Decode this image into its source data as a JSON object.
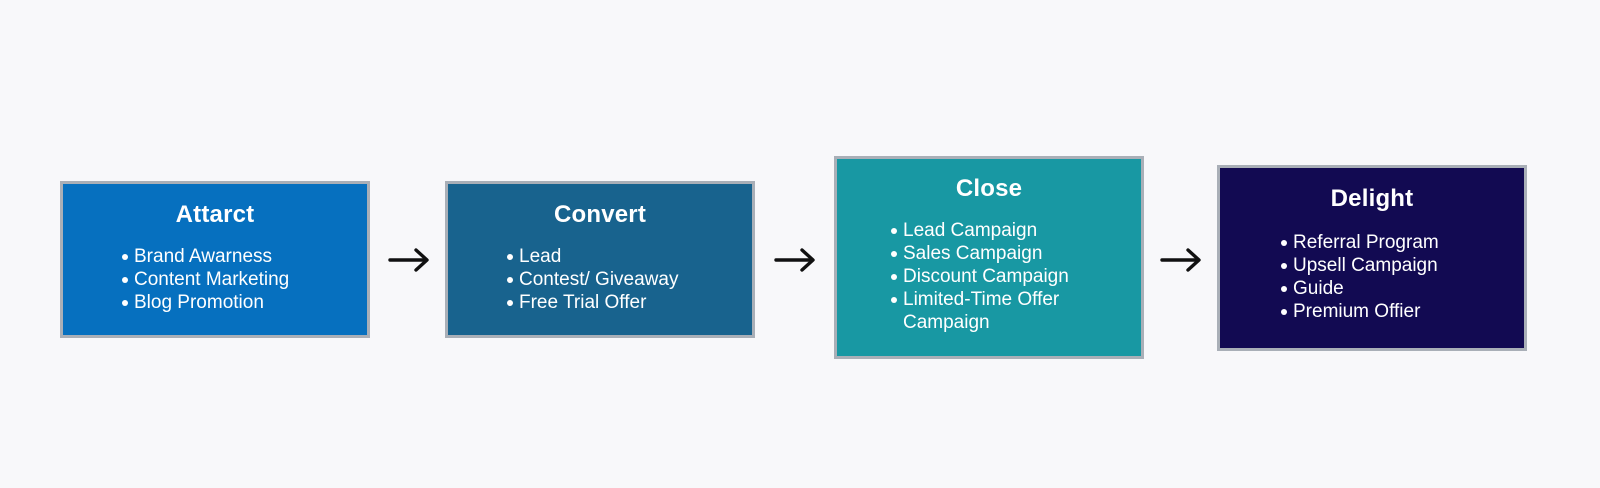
{
  "stages": [
    {
      "title": "Attarct",
      "items": [
        "Brand Awarness",
        "Content Marketing",
        "Blog Promotion"
      ],
      "color": "#0670bf"
    },
    {
      "title": "Convert",
      "items": [
        "Lead",
        "Contest/ Giveaway",
        "Free Trial Offer"
      ],
      "color": "#18638e"
    },
    {
      "title": "Close",
      "items": [
        "Lead Campaign",
        "Sales Campaign",
        "Discount Campaign",
        "Limited-Time Offer Campaign"
      ],
      "color": "#1898a3"
    },
    {
      "title": "Delight",
      "items": [
        "Referral Program",
        "Upsell Campaign",
        "Guide",
        "Premium Offier"
      ],
      "color": "#120a52"
    }
  ],
  "arrows": [
    {
      "icon": "right-arrow-icon"
    },
    {
      "icon": "right-arrow-icon"
    },
    {
      "icon": "right-arrow-icon"
    }
  ],
  "colors": {
    "background": "#f8f8fa",
    "border": "#a9afb7",
    "arrow": "#111111"
  }
}
